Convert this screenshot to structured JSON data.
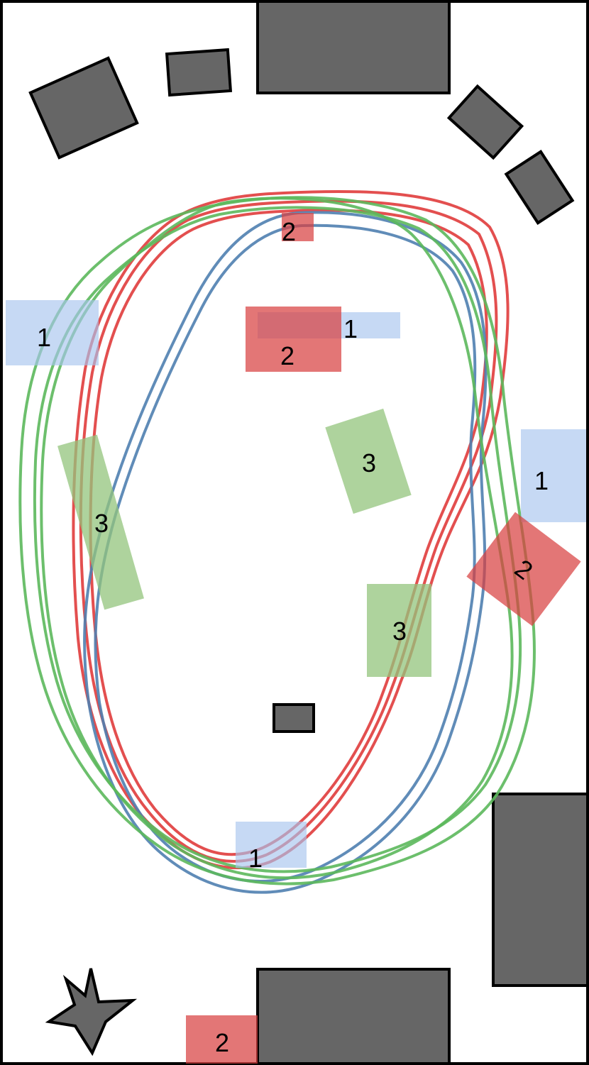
{
  "colors": {
    "background": "#ffffff",
    "border": "#000000",
    "obstacle": "#666666",
    "zone_1": "#a8c4ee",
    "zone_2": "#d94040",
    "zone_3": "#93c47d",
    "path_red": "#e03c3c",
    "path_blue": "#4f7fb0",
    "path_green": "#5cb85c"
  },
  "zones": [
    {
      "id": "z1a",
      "label": "1",
      "kind": 1
    },
    {
      "id": "z1b",
      "label": "1",
      "kind": 1
    },
    {
      "id": "z1c",
      "label": "1",
      "kind": 1
    },
    {
      "id": "z1d",
      "label": "1",
      "kind": 1
    },
    {
      "id": "z2a",
      "label": "2",
      "kind": 2
    },
    {
      "id": "z2b",
      "label": "2",
      "kind": 2
    },
    {
      "id": "z2c",
      "label": "2",
      "kind": 2
    },
    {
      "id": "z2d",
      "label": "2",
      "kind": 2
    },
    {
      "id": "z3a",
      "label": "3",
      "kind": 3
    },
    {
      "id": "z3b",
      "label": "3",
      "kind": 3
    },
    {
      "id": "z3c",
      "label": "3",
      "kind": 3
    }
  ],
  "icons": {
    "start_marker": "star-icon"
  }
}
